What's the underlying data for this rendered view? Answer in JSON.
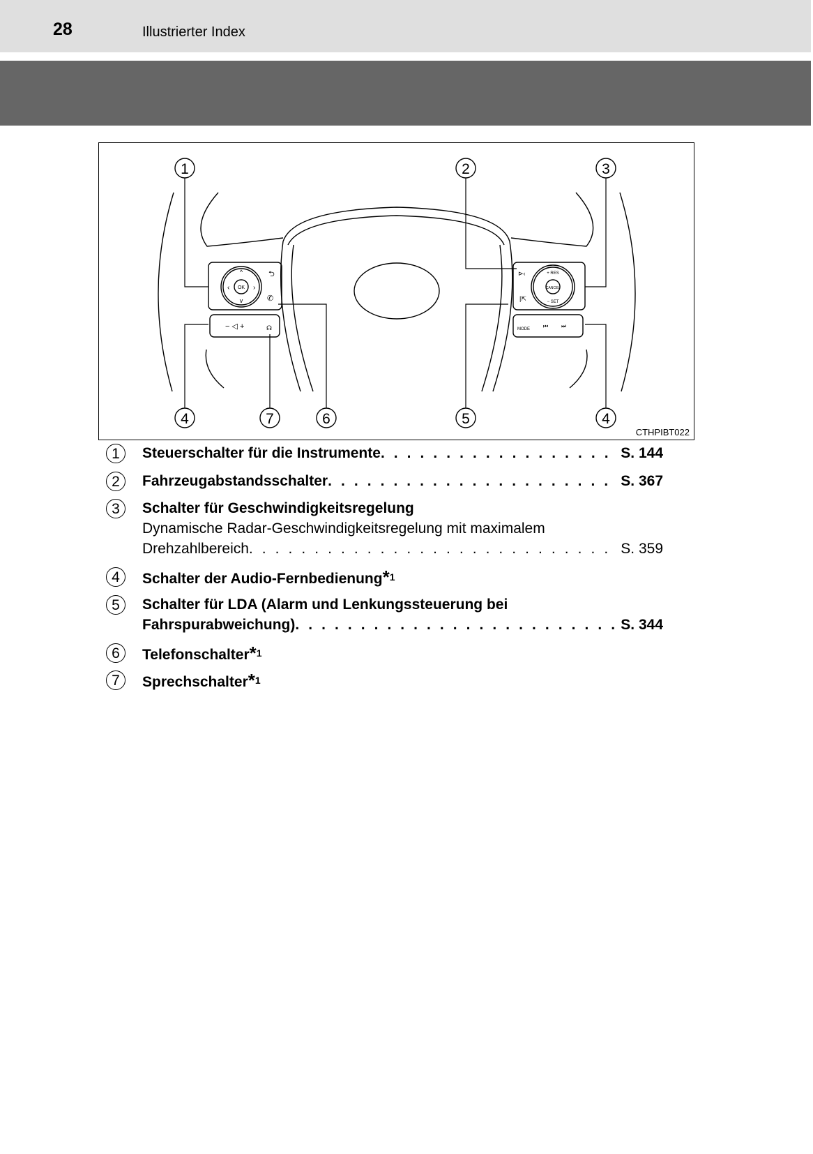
{
  "header": {
    "page_number": "28",
    "section_title": "Illustrierter Index"
  },
  "figure": {
    "id": "CTHPIBT022",
    "callouts": [
      "1",
      "2",
      "3",
      "4",
      "7",
      "6",
      "5",
      "4"
    ],
    "button_labels": {
      "ok": "OK",
      "res": "+ RES",
      "cancel": "CANCEL",
      "set": "− SET",
      "mode": "MODE",
      "vol": "− ◁ +"
    }
  },
  "items": [
    {
      "num": "1",
      "label": "Steuerschalter für die Instrumente",
      "page": "S. 144"
    },
    {
      "num": "2",
      "label": "Fahrzeugabstandsschalter",
      "page": "S. 367"
    },
    {
      "num": "3",
      "label": "Schalter für Geschwindigkeitsregelung",
      "sub1": "Dynamische Radar-Geschwindigkeitsregelung mit maximalem",
      "sub2": "Drehzahlbereich",
      "page": "S. 359"
    },
    {
      "num": "4",
      "label": "Schalter der Audio-Fernbedienung",
      "note": "1"
    },
    {
      "num": "5",
      "label": "Schalter für LDA (Alarm und Lenkungssteuerung bei",
      "label2": "Fahrspurabweichung)",
      "page": "S. 344"
    },
    {
      "num": "6",
      "label": "Telefonschalter",
      "note": "1"
    },
    {
      "num": "7",
      "label": "Sprechschalter",
      "note": "1"
    }
  ],
  "dots": ". . . . . . . . . . . . . . . . . . . . . . . . . . . . . . . . . . . . . . . . . . . . . . . . . . . . . . . . . . . . . .",
  "star": "*"
}
